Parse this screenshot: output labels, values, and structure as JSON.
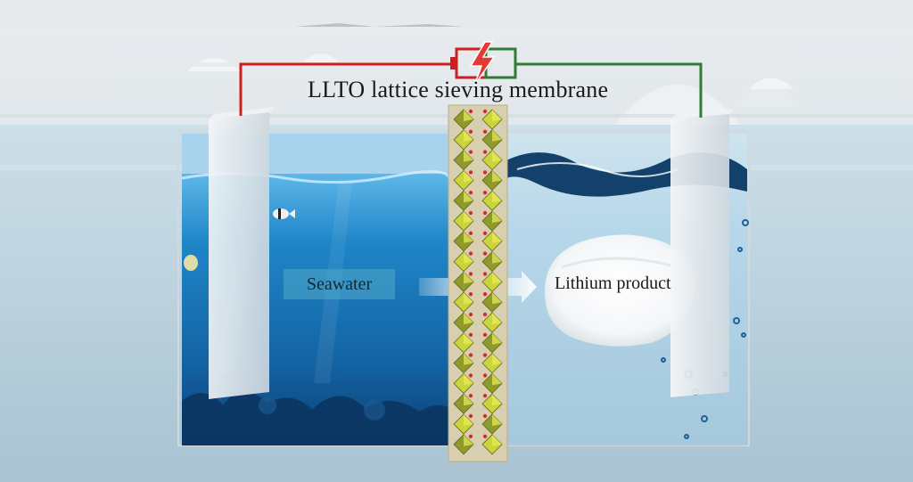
{
  "title": "LLTO lattice sieving membrane",
  "labels": {
    "left": "Seawater",
    "right": "Lithium product"
  },
  "colors": {
    "positive_wire": "#cc1f1f",
    "negative_wire": "#2e7d32",
    "battery_bolt": "#e53935",
    "seawater": "#1e78b8",
    "lithium_side": "#bcd9ea"
  },
  "icons": [
    "battery-icon",
    "lightning-icon",
    "fish-icon",
    "octahedron-icon"
  ]
}
